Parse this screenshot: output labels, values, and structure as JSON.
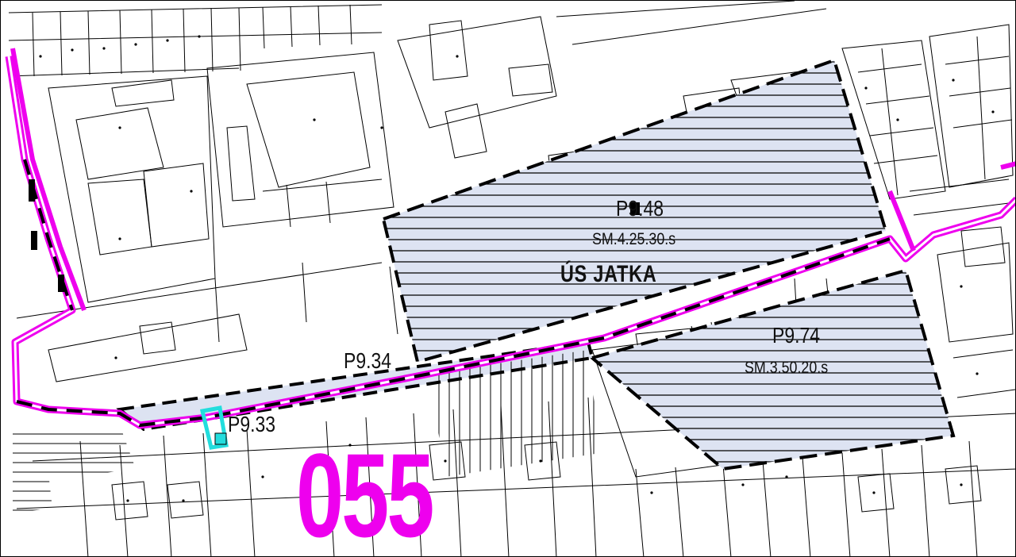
{
  "map": {
    "district_number": "055",
    "area_name": "ÚS JATKA",
    "plots": [
      {
        "code": "P9.48",
        "regulation": "SM.4.25.30.s"
      },
      {
        "code": "P9.74",
        "regulation": "SM.3.50.20.s"
      },
      {
        "code": "P9.34",
        "regulation": ""
      },
      {
        "code": "P9.33",
        "regulation": ""
      }
    ],
    "colors": {
      "district_boundary": "#ee00ee",
      "development_area_fill": "#dde3f2",
      "hatch": "#000000",
      "parcel_line": "#000000",
      "highlight_marker": "#22dddd"
    }
  }
}
